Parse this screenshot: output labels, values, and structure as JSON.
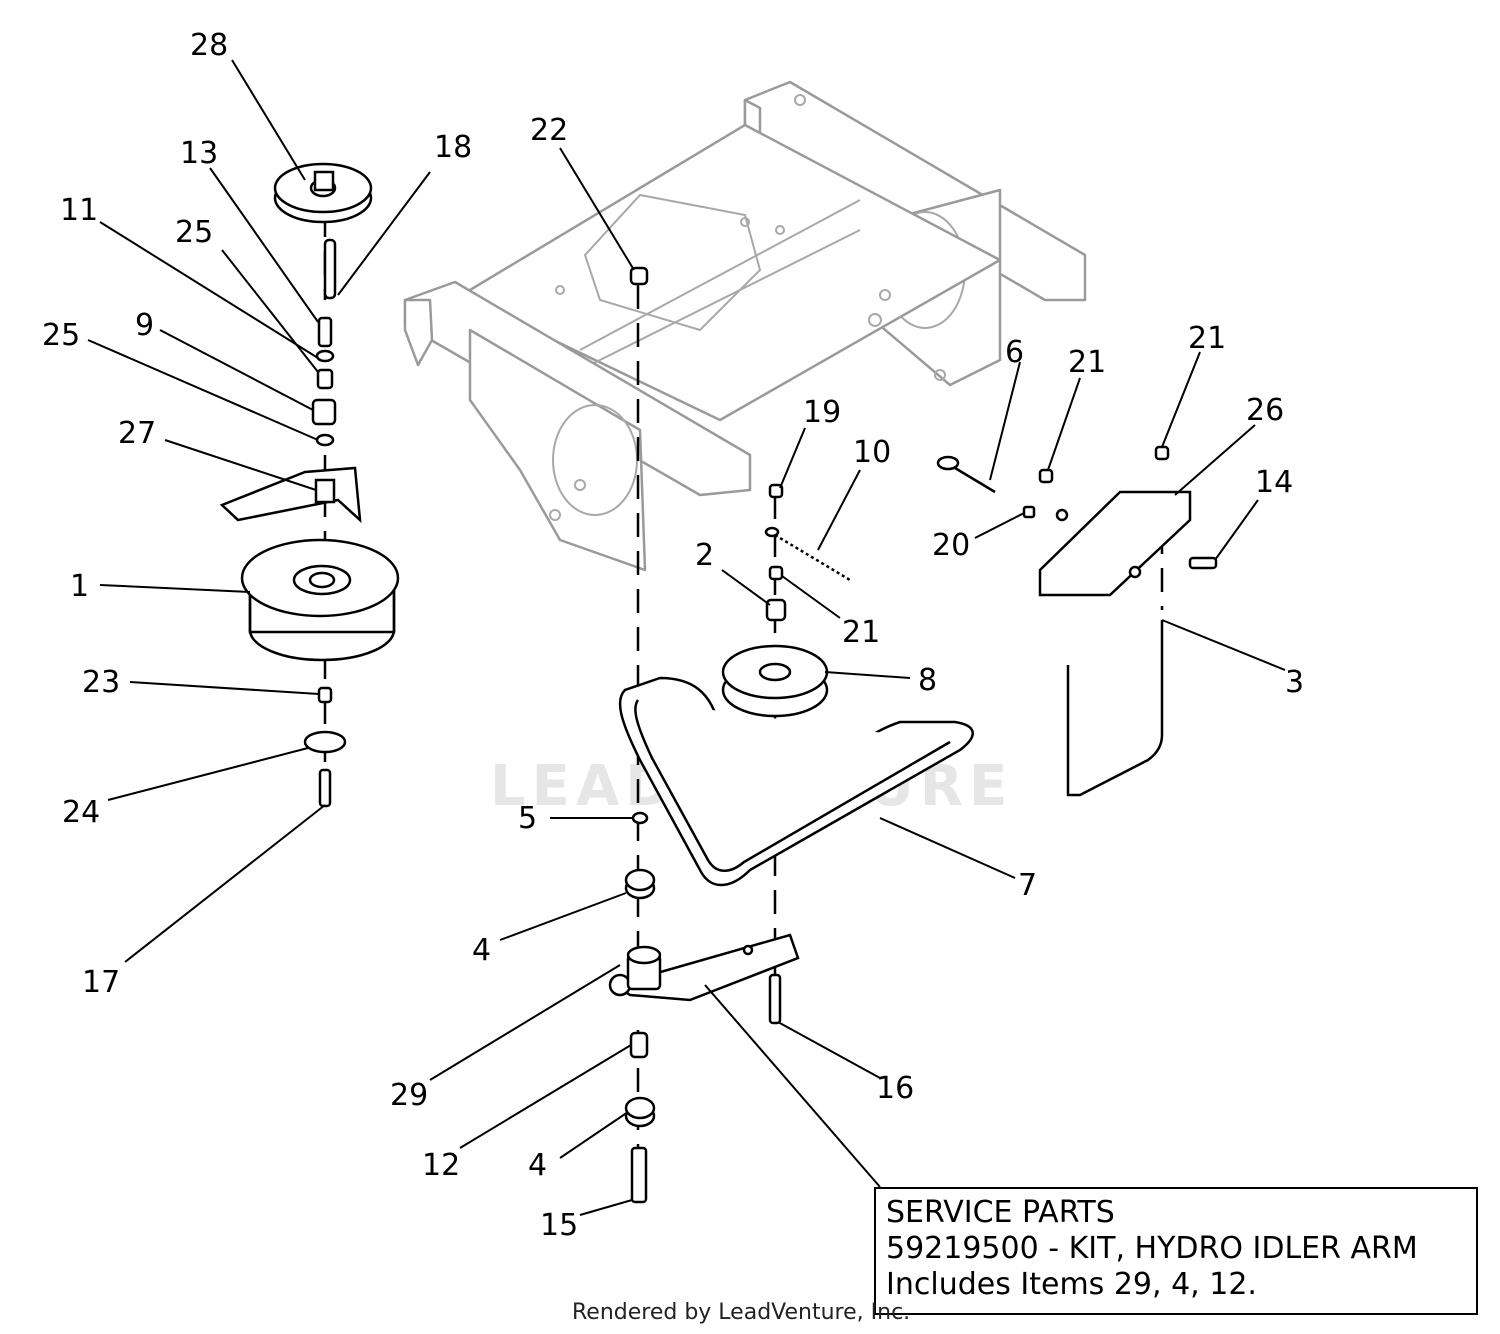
{
  "watermark": "LEADVENTURE",
  "callouts": [
    {
      "id": "28",
      "label": "28"
    },
    {
      "id": "13",
      "label": "13"
    },
    {
      "id": "18",
      "label": "18"
    },
    {
      "id": "11",
      "label": "11"
    },
    {
      "id": "25a",
      "label": "25"
    },
    {
      "id": "9",
      "label": "9"
    },
    {
      "id": "25b",
      "label": "25"
    },
    {
      "id": "27",
      "label": "27"
    },
    {
      "id": "1",
      "label": "1"
    },
    {
      "id": "23",
      "label": "23"
    },
    {
      "id": "24",
      "label": "24"
    },
    {
      "id": "17",
      "label": "17"
    },
    {
      "id": "22",
      "label": "22"
    },
    {
      "id": "19",
      "label": "19"
    },
    {
      "id": "10",
      "label": "10"
    },
    {
      "id": "2",
      "label": "2"
    },
    {
      "id": "21a",
      "label": "21"
    },
    {
      "id": "8",
      "label": "8"
    },
    {
      "id": "6",
      "label": "6"
    },
    {
      "id": "21b",
      "label": "21"
    },
    {
      "id": "21c",
      "label": "21"
    },
    {
      "id": "26",
      "label": "26"
    },
    {
      "id": "14",
      "label": "14"
    },
    {
      "id": "20",
      "label": "20"
    },
    {
      "id": "3",
      "label": "3"
    },
    {
      "id": "5",
      "label": "5"
    },
    {
      "id": "7",
      "label": "7"
    },
    {
      "id": "4a",
      "label": "4"
    },
    {
      "id": "29",
      "label": "29"
    },
    {
      "id": "16",
      "label": "16"
    },
    {
      "id": "12",
      "label": "12"
    },
    {
      "id": "4b",
      "label": "4"
    },
    {
      "id": "15",
      "label": "15"
    }
  ],
  "service_box": {
    "title": "SERVICE PARTS",
    "kit": "59219500 - KIT, HYDRO IDLER ARM",
    "includes": "Includes Items 29, 4, 12."
  },
  "footer": "Rendered by LeadVenture, Inc."
}
